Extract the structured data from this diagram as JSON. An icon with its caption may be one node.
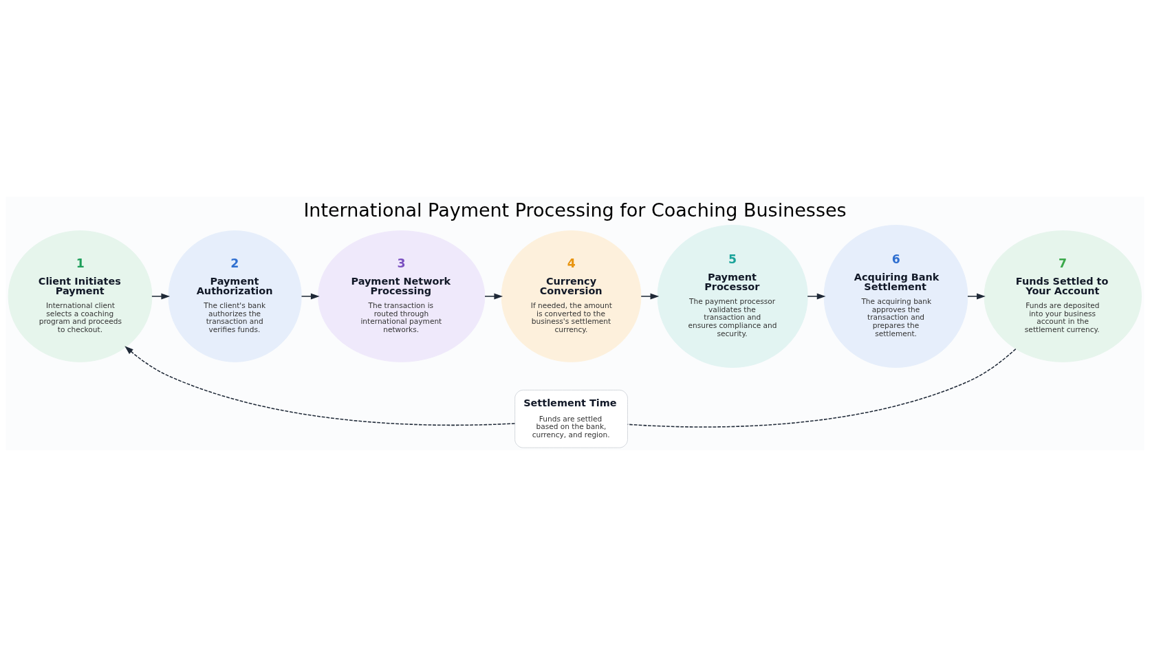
{
  "diagram": {
    "title": "International Payment Processing for Coaching Businesses",
    "nodes": [
      {
        "text": [
          "1",
          "Client Initiates Payment",
          "International client selects a coaching program and proceeds to checkout."
        ]
      },
      {
        "text": [
          "2",
          "Payment Authorization",
          "The client's bank authorizes the transaction and verifies funds."
        ]
      },
      {
        "text": [
          "3",
          "Payment Network Processing",
          "The transaction is routed through international payment networks."
        ]
      },
      {
        "text": [
          "4",
          "Currency Conversion",
          "If needed, the amount is converted to the business's settlement currency."
        ]
      },
      {
        "text": [
          "5",
          "Payment Processor",
          "The payment processor validates the transaction and ensures compliance and security."
        ]
      },
      {
        "text": [
          "6",
          "Acquiring Bank Settlement",
          "The acquiring bank approves the transaction and prepares the settlement."
        ]
      },
      {
        "text": [
          "7",
          "Funds Settled to Your Account",
          "Funds are deposited into your business account in the settlement currency."
        ]
      },
      {
        "text": [
          "Settlement Time",
          "Funds are settled based on the bank, currency, and region."
        ]
      }
    ],
    "edges": [
      {
        "from": 0,
        "to": 1,
        "arrow": "to"
      },
      {
        "from": 1,
        "to": 2,
        "arrow": "to"
      },
      {
        "from": 2,
        "to": 3,
        "arrow": "to"
      },
      {
        "from": 3,
        "to": 4,
        "arrow": "to"
      },
      {
        "from": 4,
        "to": 5,
        "arrow": "to"
      },
      {
        "from": 5,
        "to": 6,
        "arrow": "to"
      },
      {
        "from": 6,
        "to": 7,
        "arrow": "none",
        "style": "dashed"
      },
      {
        "from": 7,
        "to": 0,
        "arrow": "to",
        "style": "dashed"
      }
    ]
  }
}
